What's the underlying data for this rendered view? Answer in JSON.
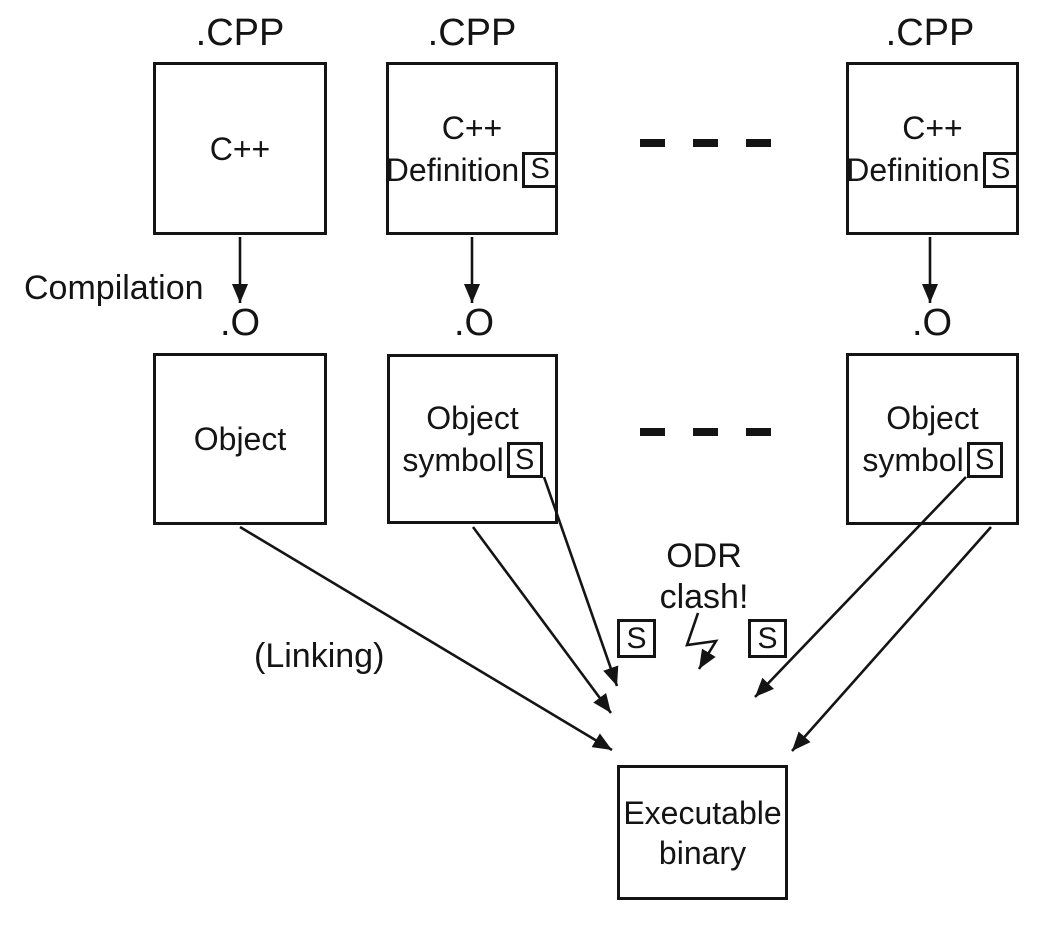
{
  "diagram": {
    "labels": {
      "cpp_extension": ".CPP",
      "obj_extension": ".O",
      "compilation": "Compilation",
      "linking": "(Linking)",
      "odr_line1": "ODR",
      "odr_line2": "clash!"
    },
    "source_boxes": [
      {
        "title": "C++"
      },
      {
        "title": "C++",
        "subtitle": "Definition",
        "symbol": "S"
      },
      {
        "title": "C++",
        "subtitle": "Definition",
        "symbol": "S"
      }
    ],
    "object_boxes": [
      {
        "title": "Object"
      },
      {
        "title": "Object",
        "subtitle": "symbol",
        "symbol": "S"
      },
      {
        "title": "Object",
        "subtitle": "symbol",
        "symbol": "S"
      }
    ],
    "clash_symbols": [
      {
        "label": "S"
      },
      {
        "label": "S"
      }
    ],
    "executable": {
      "line1": "Executable",
      "line2": "binary"
    }
  }
}
